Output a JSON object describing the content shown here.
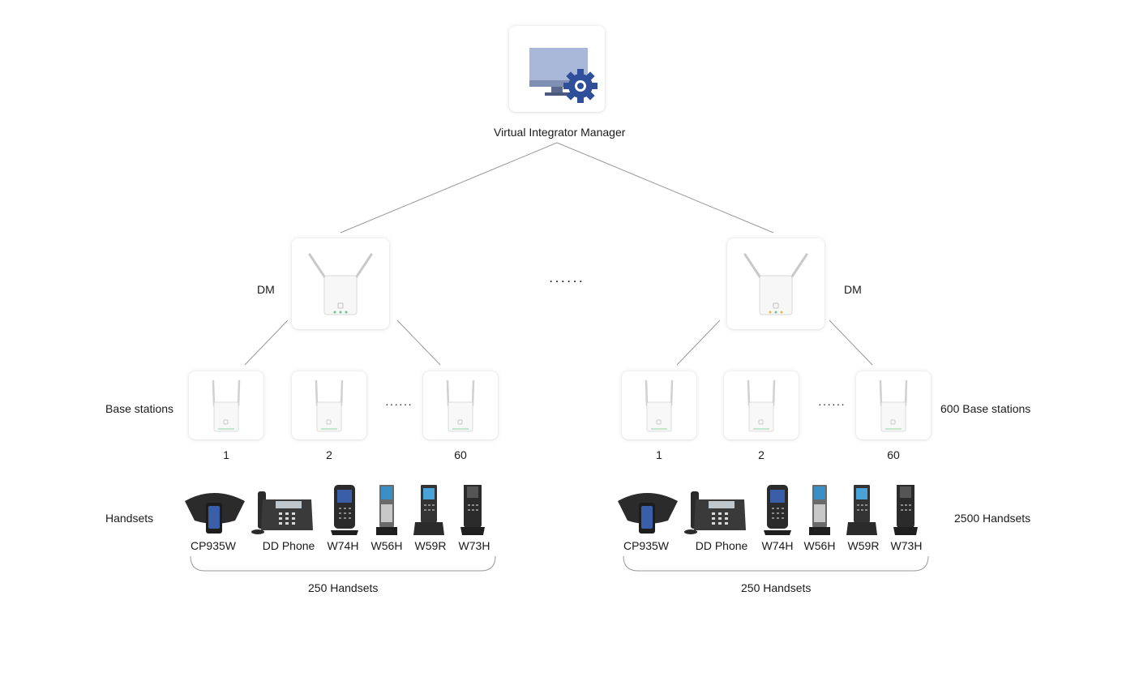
{
  "top": {
    "label": "Virtual Integrator Manager"
  },
  "middle_ellipsis": "· · · · · ·",
  "left": {
    "dm_label": "DM",
    "base_row_label": "Base stations",
    "base_numbers": [
      "1",
      "2",
      "60"
    ],
    "base_ellipsis": "······",
    "handsets_row_label": "Handsets",
    "handsets": [
      "CP935W",
      "DD Phone",
      "W74H",
      "W56H",
      "W59R",
      "W73H"
    ],
    "brace_label": "250 Handsets"
  },
  "right": {
    "dm_label": "DM",
    "base_row_label": "600 Base stations",
    "base_numbers": [
      "1",
      "2",
      "60"
    ],
    "base_ellipsis": "······",
    "handsets_row_label": "2500 Handsets",
    "handsets": [
      "CP935W",
      "DD Phone",
      "W74H",
      "W56H",
      "W59R",
      "W73H"
    ],
    "brace_label": "250 Handsets"
  },
  "colors": {
    "line": "#9a9a9a",
    "monitor": "#a9b8d8",
    "gear": "#2f4f9a",
    "handset": "#2b2b2b"
  }
}
